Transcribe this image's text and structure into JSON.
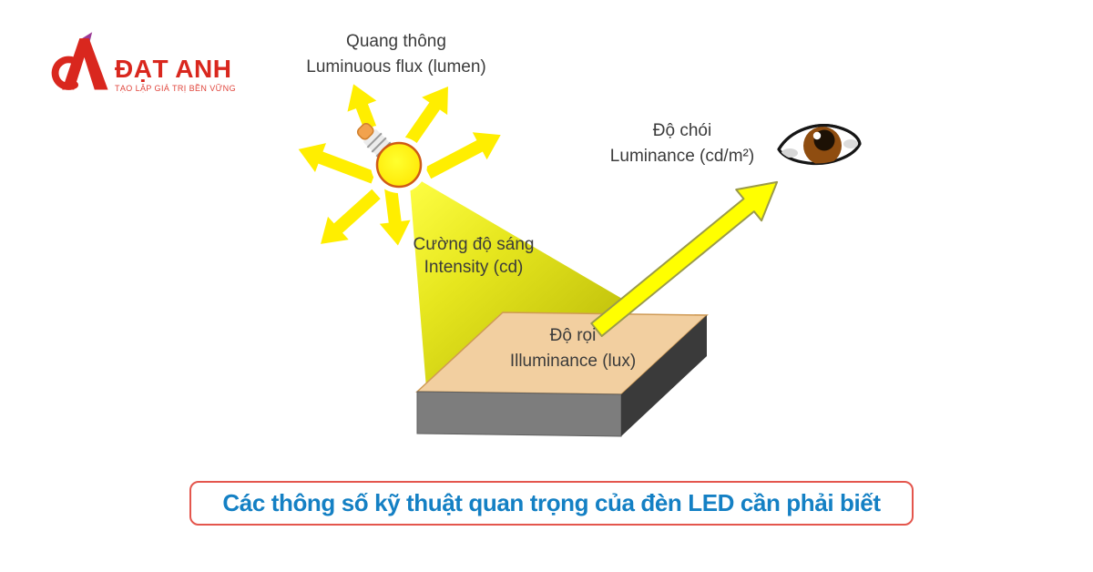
{
  "page": {
    "background": "#ffffff"
  },
  "logo": {
    "brand": "ĐẠT ANH",
    "tagline": "TẠO LẬP GIÁ TRỊ BỀN VỮNG",
    "brand_color": "#d9271e",
    "flag_color": "#9b3a96"
  },
  "diagram": {
    "luminous_flux": {
      "vi": "Quang thông",
      "en": "Luminuous flux (lumen)"
    },
    "intensity": {
      "vi": "Cường độ sáng",
      "en": "Intensity (cd)"
    },
    "luminance": {
      "vi": "Độ chói",
      "en": "Luminance (cd/m²)"
    },
    "illuminance": {
      "vi": "Độ rọi",
      "en": "Illuminance (lux)"
    },
    "icons": {
      "light_bulb": "light-bulb-icon",
      "flux_arrows": "radiating-arrow-icon",
      "light_cone": "light-cone-shape",
      "surface": "illuminated-surface-slab",
      "luminance_arrow": "reflected-light-arrow-icon",
      "eye": "eye-icon"
    },
    "colors": {
      "ray_yellow": "#ffee00",
      "cone_bright": "#ffff40",
      "cone_dark": "#c3c30c",
      "bulb_ring": "#cf5a16",
      "surface_top": "#f2cfa0",
      "surface_front": "#7d7d7d",
      "surface_side": "#3a3a3a",
      "label_text": "#3b3b3b",
      "eye_iris": "#8f4d10"
    }
  },
  "caption": {
    "text": "Các thông số kỹ thuật quan trọng của đèn LED cần phải biết",
    "text_color": "#1480c4",
    "border_color": "#e4564d"
  }
}
